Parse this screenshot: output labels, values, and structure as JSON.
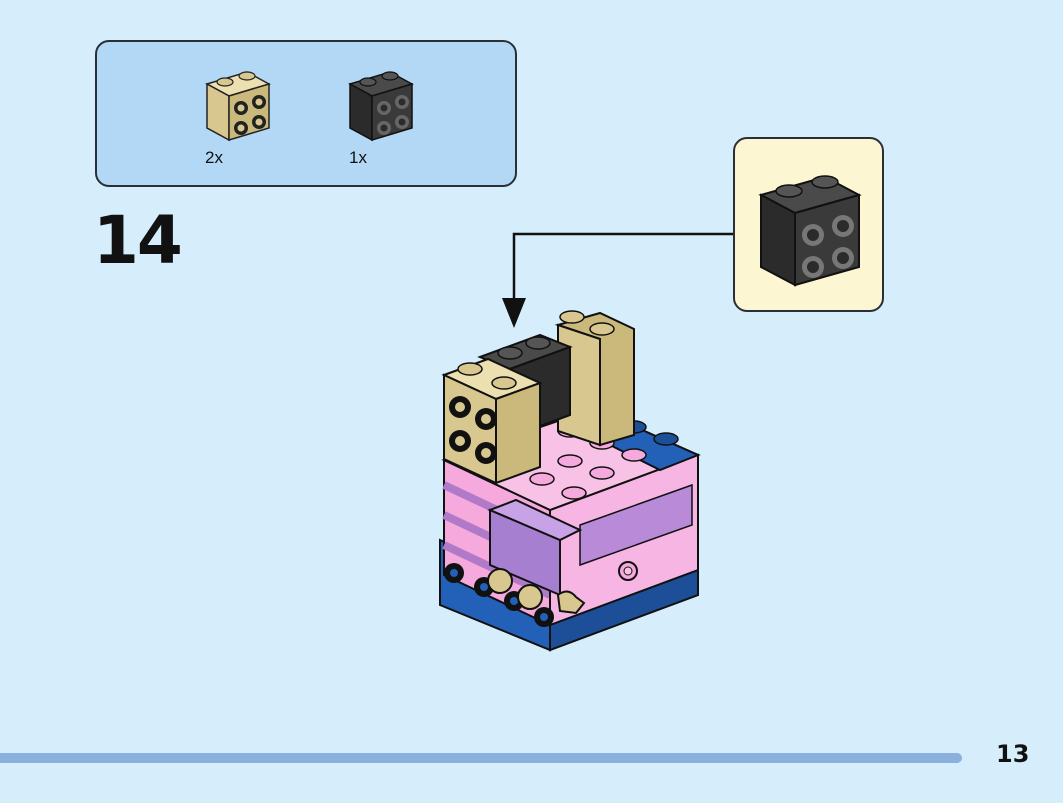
{
  "parts_list": {
    "items": [
      {
        "name": "tan-brick-2x2-studs-on-side",
        "color": "#d8c890",
        "quantity": "2x"
      },
      {
        "name": "black-brick-2x2-studs-on-side",
        "color": "#2b2b2b",
        "quantity": "1x"
      }
    ]
  },
  "step": {
    "number": "14"
  },
  "callout": {
    "part_color": "#2b2b2b"
  },
  "page": {
    "number": "13"
  },
  "colors": {
    "background": "#d6edfb",
    "parts_box": "#b3d8f5",
    "callout_box": "#fdf6d3",
    "progress_bar": "#8ab0de",
    "pink": "#f6a9dc",
    "lavender": "#a77fd0",
    "blue": "#2360b8",
    "tan": "#d8c890",
    "black": "#2b2b2b"
  }
}
